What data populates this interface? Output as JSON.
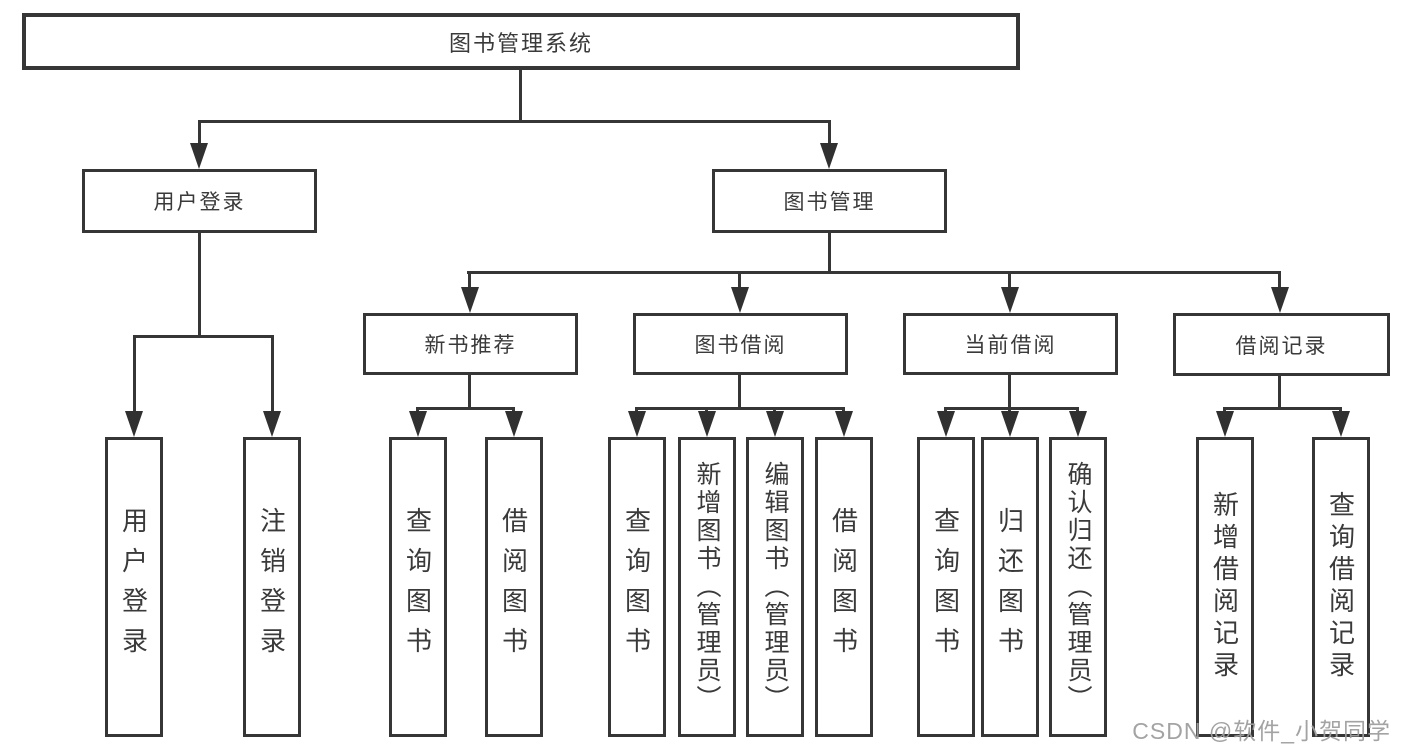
{
  "diagram": {
    "title": "图书管理系统",
    "type": "hierarchy-tree",
    "colors": {
      "line": "#363636",
      "border": "#363636",
      "text": "#3a3a3a",
      "background": "#ffffff",
      "watermark": "#9e9e9e"
    },
    "tree": {
      "label": "图书管理系统",
      "children": [
        {
          "label": "用户登录",
          "children": [
            {
              "label": "用户登录"
            },
            {
              "label": "注销登录"
            }
          ]
        },
        {
          "label": "图书管理",
          "children": [
            {
              "label": "新书推荐",
              "children": [
                {
                  "label": "查询图书"
                },
                {
                  "label": "借阅图书"
                }
              ]
            },
            {
              "label": "图书借阅",
              "children": [
                {
                  "label": "查询图书"
                },
                {
                  "label": "新增图书（管理员）"
                },
                {
                  "label": "编辑图书（管理员）"
                },
                {
                  "label": "借阅图书"
                }
              ]
            },
            {
              "label": "当前借阅",
              "children": [
                {
                  "label": "查询图书"
                },
                {
                  "label": "归还图书"
                },
                {
                  "label": "确认归还（管理员）"
                }
              ]
            },
            {
              "label": "借阅记录",
              "children": [
                {
                  "label": "新增借阅记录"
                },
                {
                  "label": "查询借阅记录"
                }
              ]
            }
          ]
        }
      ]
    }
  },
  "watermark": {
    "text": "CSDN @软件_小贺同学"
  }
}
